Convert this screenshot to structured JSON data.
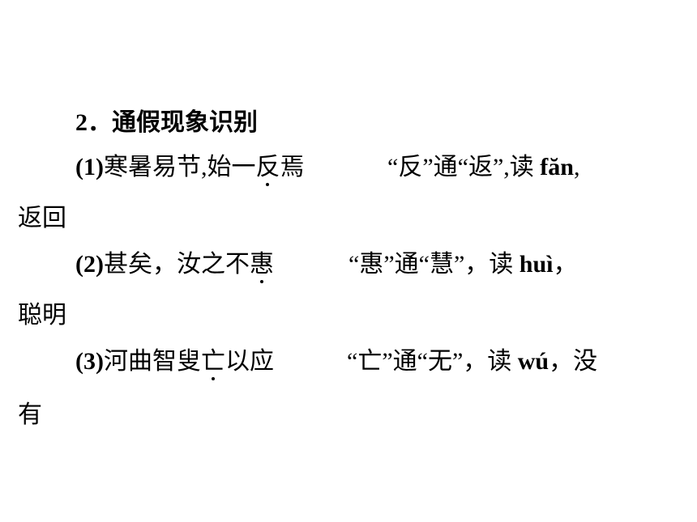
{
  "heading": "2．通假现象识别",
  "items": [
    {
      "label": "(1)",
      "before": "寒暑易节,始一",
      "marked": "反",
      "after": "焉",
      "note": "“反”通“返”,读 ",
      "pinyin": "făn",
      "note_end": ",",
      "continuation": "返回"
    },
    {
      "label": "(2)",
      "before": "甚矣，汝之不",
      "marked": "惠",
      "after": "",
      "note": "“惠”通“慧”，读 ",
      "pinyin": "huì",
      "note_end": "，",
      "continuation": "聪明"
    },
    {
      "label": "(3)",
      "before": "河曲智叟",
      "marked": "亡",
      "after": "以应",
      "note": "“亡”通“无”，读 ",
      "pinyin": "wú",
      "note_end": "，没",
      "continuation": "有"
    }
  ]
}
